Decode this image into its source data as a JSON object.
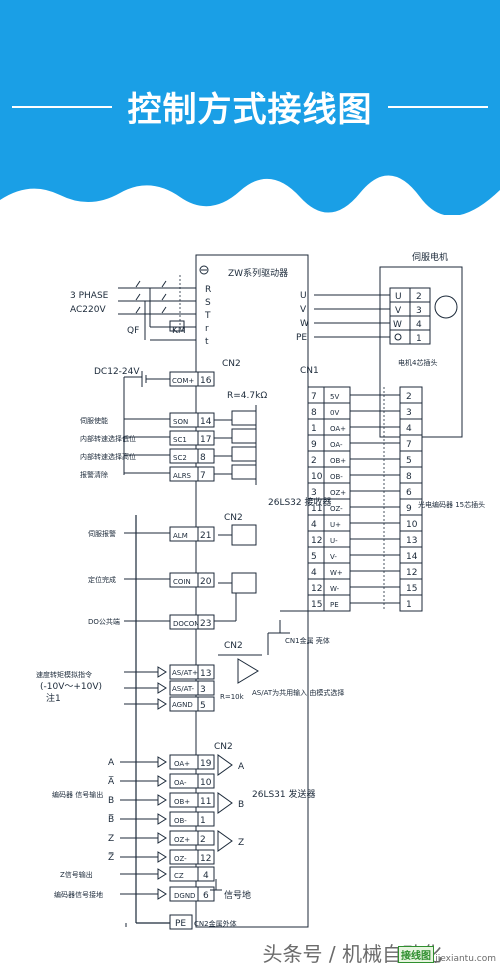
{
  "banner": {
    "title": "控制方式接线图",
    "bg": "#1a9fe6"
  },
  "power": {
    "phase": "3 PHASE",
    "voltage": "AC220V",
    "qf": "QF",
    "km": "KM",
    "terminals": [
      "R",
      "S",
      "T",
      "r",
      "t"
    ]
  },
  "driver": {
    "title": "ZW系列驱动器",
    "cn1": "CN1",
    "cn1_shell": "CN1金属\n壳体",
    "cn2_shell": "CN2金属外体",
    "receiver": "26LS32\n接收器",
    "sender": "26LS31\n发送器"
  },
  "motor": {
    "title": "伺服电机",
    "uvw": [
      "U",
      "V",
      "W",
      "PE"
    ],
    "pins": [
      "2",
      "3",
      "4",
      "1"
    ],
    "encoder_head": "电机4芯插头",
    "encoder_note": "光电编码器\n15芯插头"
  },
  "cn1_rows": [
    {
      "pin": "7",
      "sig": "5V",
      "enc": "2"
    },
    {
      "pin": "8",
      "sig": "0V",
      "enc": "3"
    },
    {
      "pin": "1",
      "sig": "OA+",
      "enc": "4"
    },
    {
      "pin": "9",
      "sig": "OA-",
      "enc": "7"
    },
    {
      "pin": "2",
      "sig": "OB+",
      "enc": "5"
    },
    {
      "pin": "10",
      "sig": "OB-",
      "enc": "8"
    },
    {
      "pin": "3",
      "sig": "OZ+",
      "enc": "6"
    },
    {
      "pin": "11",
      "sig": "OZ-",
      "enc": "9"
    },
    {
      "pin": "4",
      "sig": "U+",
      "enc": "10"
    },
    {
      "pin": "12",
      "sig": "U-",
      "enc": "13"
    },
    {
      "pin": "5",
      "sig": "V-",
      "enc": "14"
    },
    {
      "pin": "4",
      "sig": "W+",
      "enc": "12"
    },
    {
      "pin": "12",
      "sig": "W-",
      "enc": "15"
    },
    {
      "pin": "15",
      "sig": "PE",
      "enc": "1"
    }
  ],
  "cn2": {
    "label": "CN2",
    "dc": "DC12-24V",
    "com": "COM+",
    "com_pin": "16",
    "r": "R=4.7kΩ",
    "inputs": [
      {
        "name": "伺服使能",
        "sig": "SON",
        "pin": "14"
      },
      {
        "name": "内部转速选择低位",
        "sig": "SC1",
        "pin": "17"
      },
      {
        "name": "内部转速选择高位",
        "sig": "SC2",
        "pin": "8"
      },
      {
        "name": "报警清除",
        "sig": "ALRS",
        "pin": "7"
      }
    ],
    "outputs": [
      {
        "name": "伺服报警",
        "sig": "ALM",
        "pin": "21"
      },
      {
        "name": "定位完成",
        "sig": "COIN",
        "pin": "20"
      },
      {
        "name": "DO公共端",
        "sig": "DOCOM",
        "pin": "23"
      }
    ],
    "analog": {
      "name1": "速度转矩模拟指令",
      "name2": "(-10V～+10V)",
      "name3": "注1",
      "sigs": [
        "AS/AT+",
        "AS/AT-",
        "AGND"
      ],
      "pins": [
        "13",
        "3",
        "5"
      ],
      "r": "R=10k",
      "note": "AS/AT为共用输入\n由模式选择"
    },
    "encoder_out": [
      {
        "label": "A",
        "sig": "OA+",
        "pin": "19"
      },
      {
        "label": "A̅",
        "sig": "OA-",
        "pin": "10"
      },
      {
        "label": "B",
        "sig": "OB+",
        "pin": "11"
      },
      {
        "label": "B̅",
        "sig": "OB-",
        "pin": "1"
      },
      {
        "label": "Z",
        "sig": "OZ+",
        "pin": "2"
      },
      {
        "label": "Z̅",
        "sig": "OZ-",
        "pin": "12"
      }
    ],
    "enc_label": "编码器\n信号输出",
    "cz": {
      "name": "Z信号输出",
      "sig": "CZ",
      "pin": "4"
    },
    "dgnd": {
      "name": "编码器信号接地",
      "sig": "DGND",
      "pin": "6"
    },
    "signal_ground": "信号地",
    "pe": "PE"
  },
  "footer": {
    "text": "头条号 / 机械自动化",
    "logo": "接线图",
    "url": "jiexiantu.com"
  }
}
